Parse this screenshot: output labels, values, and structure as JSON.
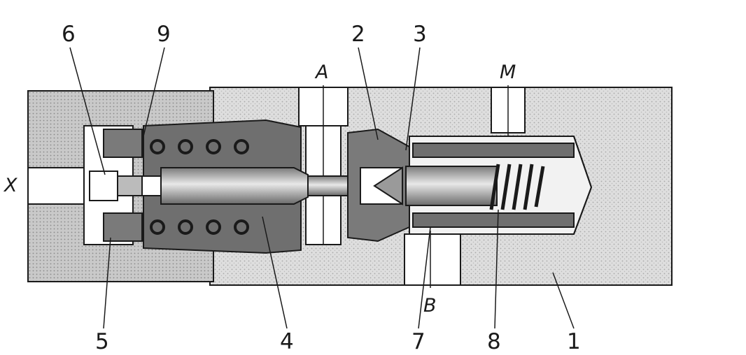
{
  "labels": {
    "part_1": "1",
    "part_2": "2",
    "part_3": "3",
    "part_4": "4",
    "part_5": "5",
    "part_6": "6",
    "part_7": "7",
    "part_8": "8",
    "part_9": "9"
  },
  "ports": {
    "a": "A",
    "b": "B",
    "m": "M",
    "x": "X"
  },
  "colors": {
    "housing_fill": "#d6d6d6",
    "dark_section": "#6f6f6f",
    "outline": "#1a1a1a"
  }
}
